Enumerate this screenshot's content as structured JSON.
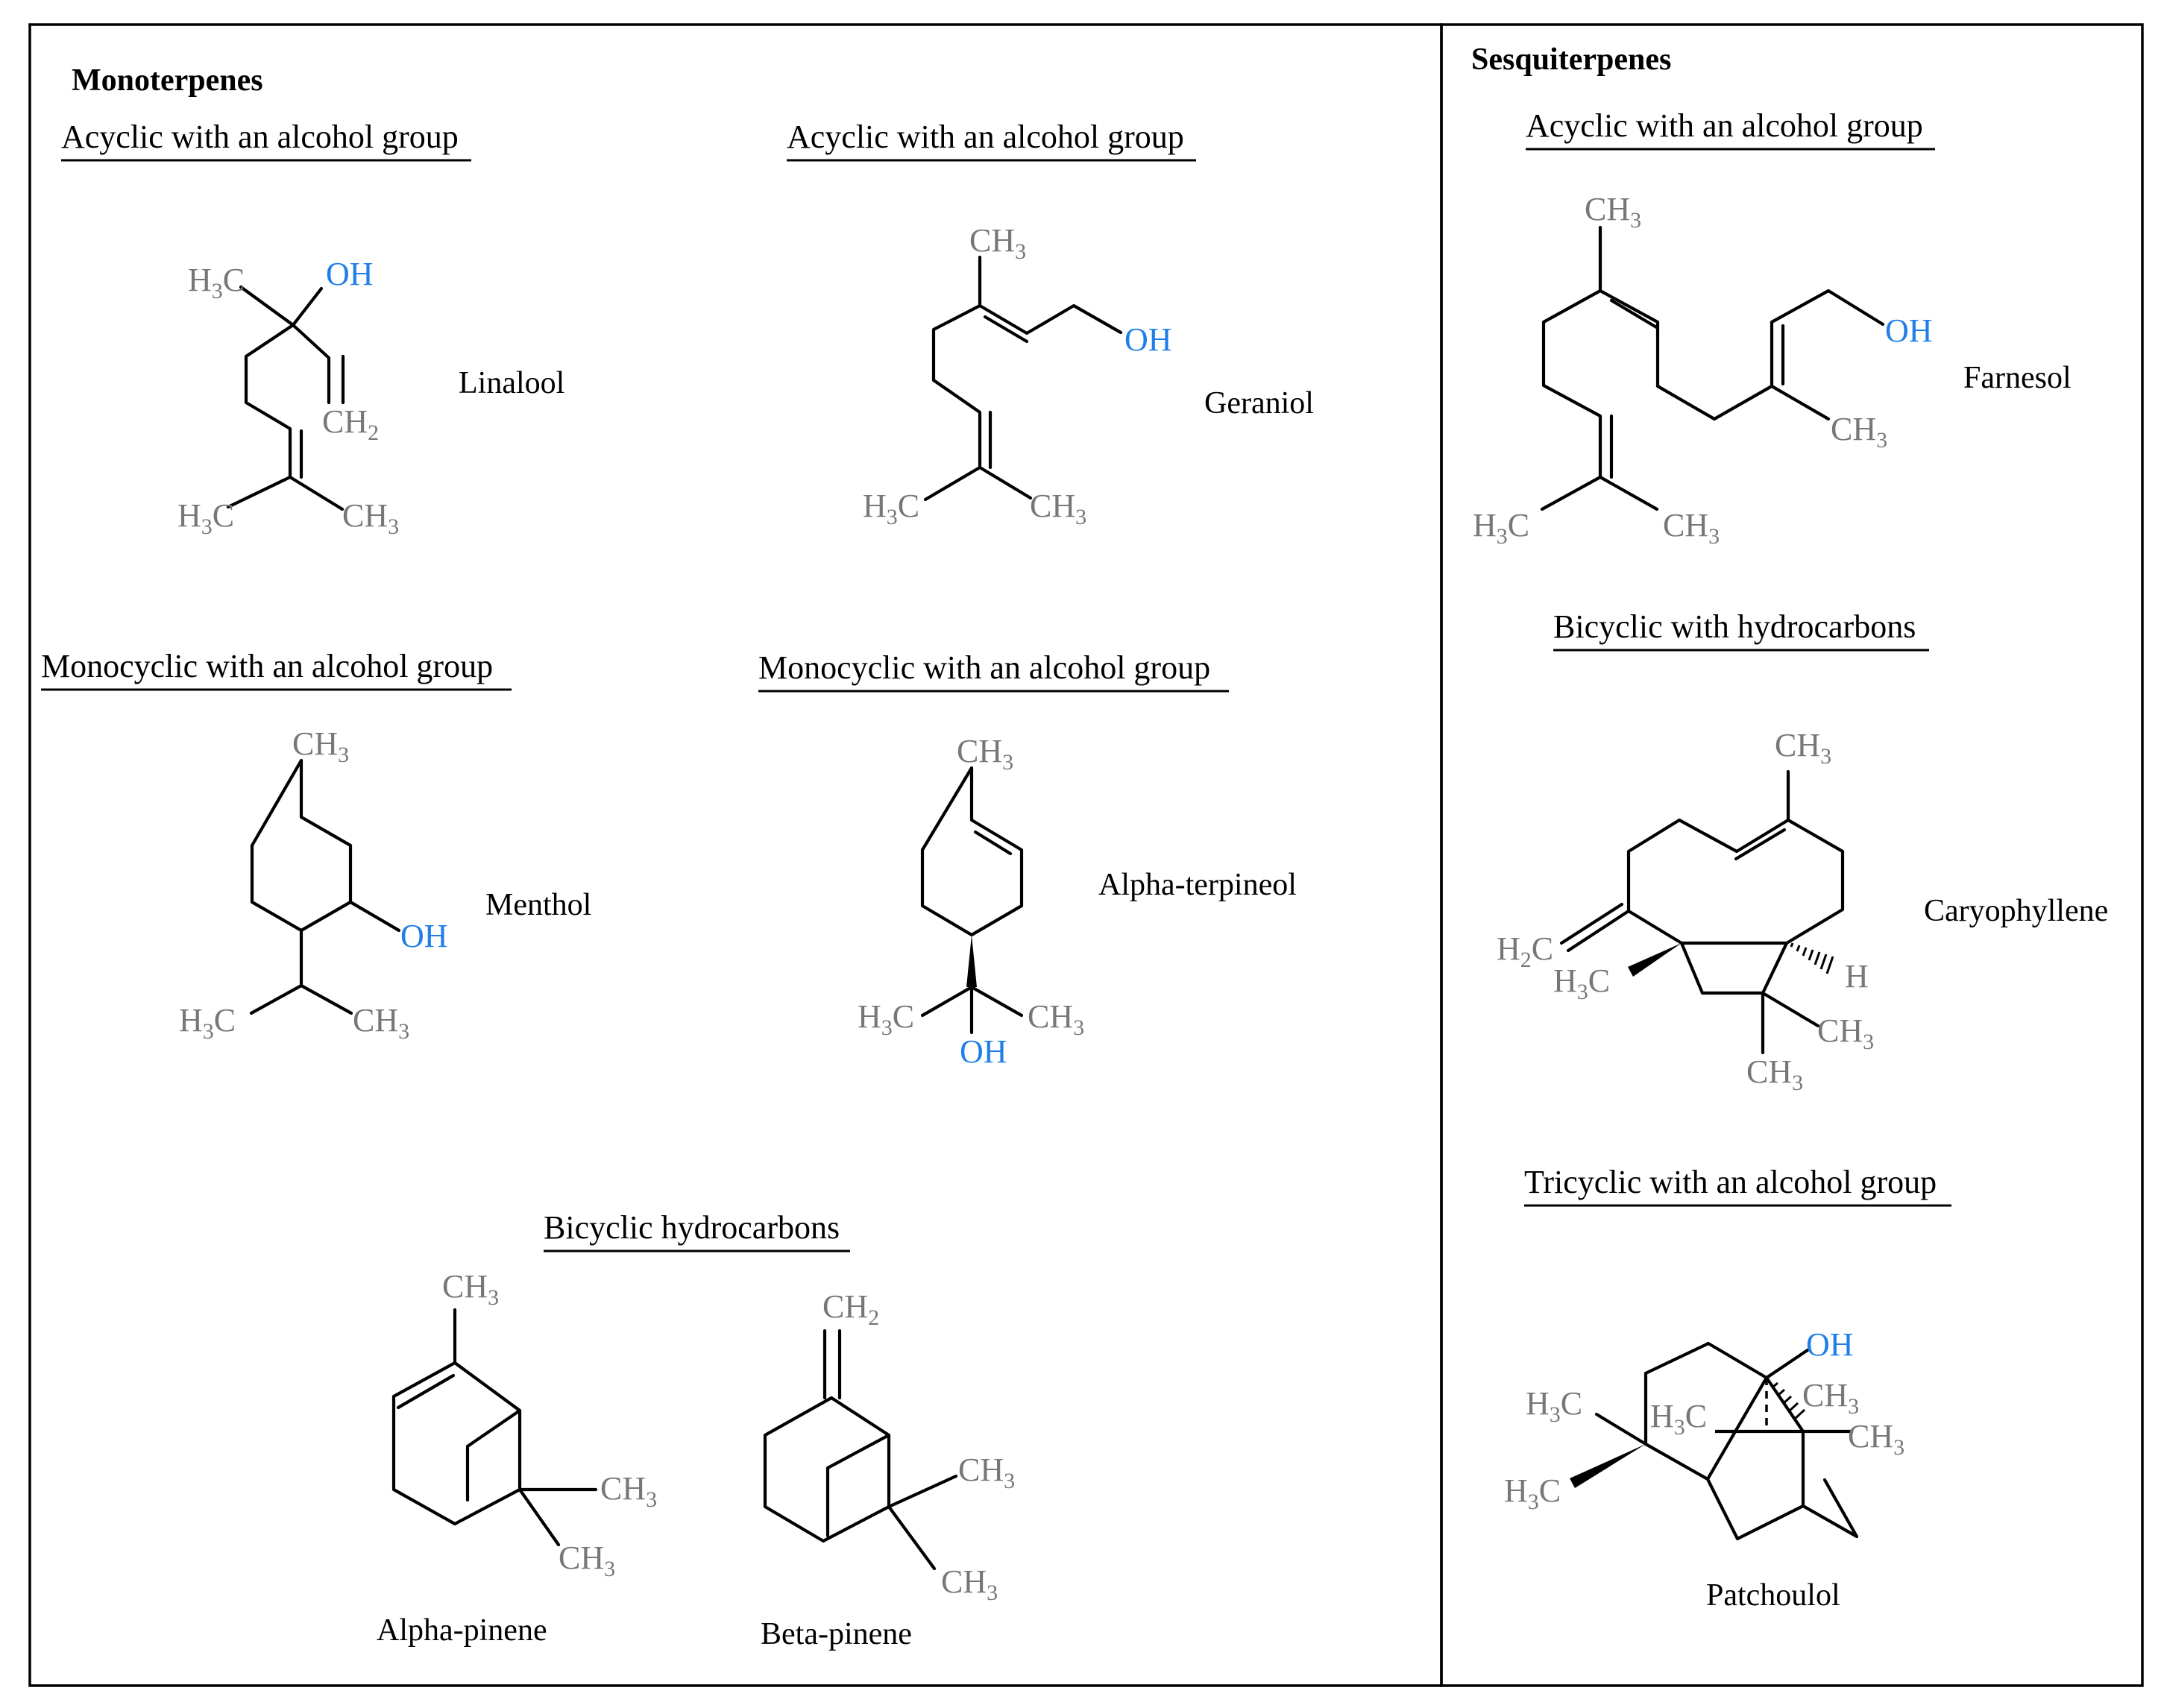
{
  "headers": {
    "monoterpenes": "Monoterpenes",
    "sesquiterpenes": "Sesquiterpenes"
  },
  "categories": {
    "acyclic_alcohol": "Acyclic with an alcohol group",
    "monocyclic_alcohol": "Monocyclic with an alcohol group",
    "bicyclic_hydrocarbons": "Bicyclic hydrocarbons",
    "bicyclic_with_hydrocarbons": "Bicyclic with hydrocarbons",
    "tricyclic_alcohol": "Tricyclic with an alcohol group"
  },
  "compounds": {
    "linalool": "Linalool",
    "geraniol": "Geraniol",
    "farnesol": "Farnesol",
    "menthol": "Menthol",
    "alpha_terpineol": "Alpha-terpineol",
    "caryophyllene": "Caryophyllene",
    "alpha_pinene": "Alpha-pinene",
    "beta_pinene": "Beta-pinene",
    "patchoulol": "Patchoulol"
  },
  "groups": {
    "oh": "OH",
    "ch3": "CH3",
    "h3c": "H3C",
    "ch2": "CH2",
    "h2c": "H2C",
    "h": "H"
  },
  "colors": {
    "bond": "#000000",
    "atom_label": "#777777",
    "hydroxyl": "#1f7ee8"
  }
}
